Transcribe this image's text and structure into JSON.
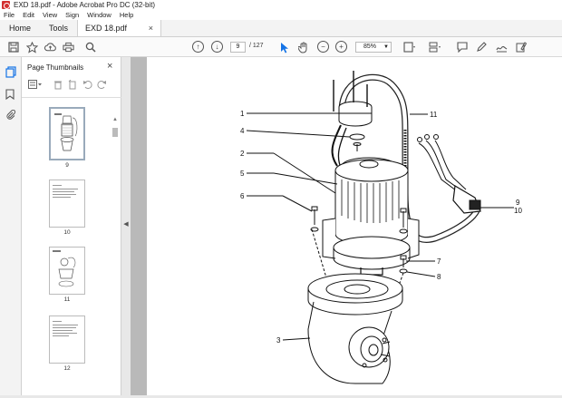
{
  "window": {
    "title": "EXD 18.pdf - Adobe Acrobat Pro DC (32-bit)"
  },
  "menu": [
    "File",
    "Edit",
    "View",
    "Sign",
    "Window",
    "Help"
  ],
  "tabs": {
    "home": "Home",
    "tools": "Tools",
    "document": "EXD 18.pdf",
    "close": "×"
  },
  "toolbar": {
    "page_current": "9",
    "page_total": "/ 127",
    "zoom": "85%"
  },
  "thumbnails_panel": {
    "title": "Page Thumbnails",
    "close": "×",
    "pages": [
      {
        "label": "9",
        "selected": true
      },
      {
        "label": "10",
        "selected": false
      },
      {
        "label": "11",
        "selected": false
      },
      {
        "label": "12",
        "selected": false
      }
    ]
  },
  "drawing": {
    "callouts": [
      "1",
      "4",
      "2",
      "5",
      "6",
      "3",
      "11",
      "9",
      "10",
      "7",
      "8"
    ]
  },
  "colors": {
    "accent": "#1473e6",
    "brand": "#d32f2f"
  }
}
